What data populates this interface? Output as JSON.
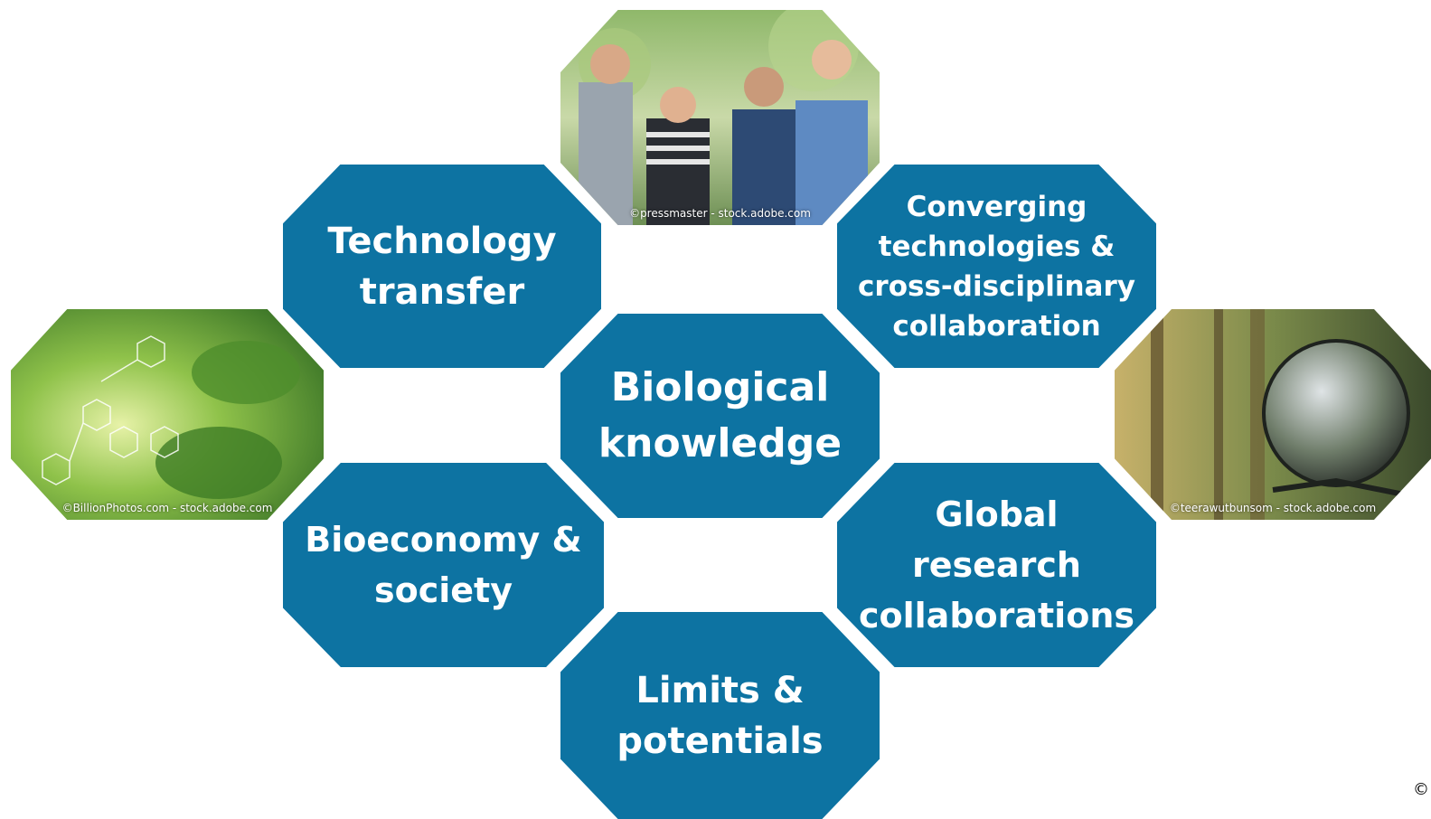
{
  "center": {
    "label": "Biological\nknowledge"
  },
  "tiles": [
    {
      "label": "Technology\ntransfer"
    },
    {
      "label": "Converging\ntechnologies &\ncross-disciplinary\ncollaboration"
    },
    {
      "label": "Bioeconomy &\nsociety"
    },
    {
      "label": "Global\nresearch\ncollaborations"
    },
    {
      "label": "Limits &\npotentials"
    }
  ],
  "photos": {
    "people": {
      "credit": "©pressmaster - stock.adobe.com"
    },
    "plants": {
      "credit": "©BillionPhotos.com - stock.adobe.com"
    },
    "forest": {
      "credit": "©teerawutbunsom - stock.adobe.com"
    }
  },
  "corner_mark": "©",
  "colors": {
    "tile": "#0d73a2",
    "text": "#ffffff"
  }
}
